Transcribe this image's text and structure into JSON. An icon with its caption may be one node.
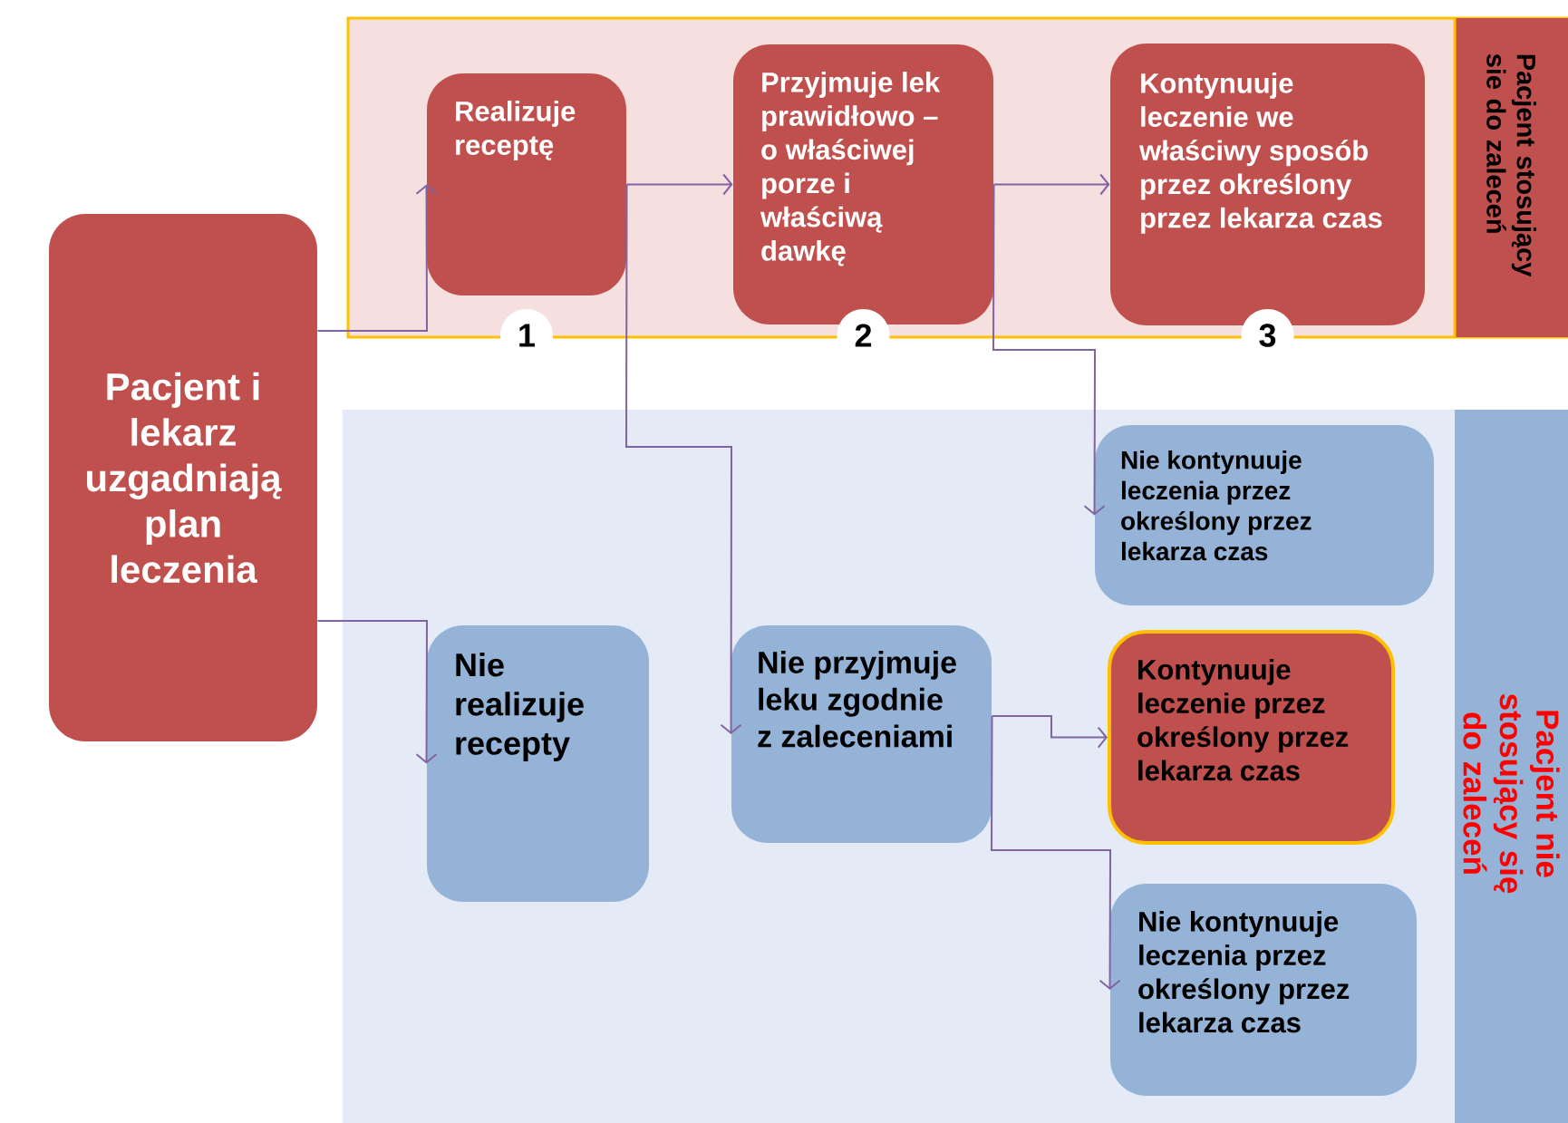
{
  "diagram": {
    "nodes": [
      {
        "text": [
          "Pacjent stosujący sie do zaleceń"
        ]
      },
      {
        "text": [
          "Pacjent nie stosujący się do zaleceń"
        ]
      },
      {
        "text": [
          "Pacjent i lekarz uzgadniają plan leczenia"
        ]
      },
      {
        "text": [
          "Realizuje receptę"
        ],
        "in": 0,
        "beside": [
          "1"
        ]
      },
      {
        "text": [
          "Przyjmuje lek prawidłowo – o właściwej porze i właściwą dawkę"
        ],
        "in": 0,
        "beside": [
          "2"
        ]
      },
      {
        "text": [
          "Kontynuuje leczenie we właściwy sposób przez określony przez lekarza czas"
        ],
        "in": 0,
        "beside": [
          "3"
        ]
      },
      {
        "text": [
          "Nie kontynuuje leczenia przez określony przez lekarza czas"
        ],
        "in": 1
      },
      {
        "text": [
          "Nie realizuje recepty"
        ],
        "in": 1
      },
      {
        "text": [
          "Nie przyjmuje leku zgodnie z zaleceniami"
        ],
        "in": 1
      },
      {
        "text": [
          "Kontynuuje leczenie przez określony przez lekarza czas"
        ],
        "in": 1
      },
      {
        "text": [
          "Nie kontynuuje leczenia przez określony przez lekarza czas"
        ],
        "in": 1
      }
    ],
    "edges": [
      {
        "from": 2,
        "to": 3,
        "arrow": "to"
      },
      {
        "from": 3,
        "to": 4,
        "arrow": "to"
      },
      {
        "from": 4,
        "to": 5,
        "arrow": "to"
      },
      {
        "from": 3,
        "to": 8,
        "arrow": "to"
      },
      {
        "from": 4,
        "to": 6,
        "arrow": "to"
      },
      {
        "from": 2,
        "to": 7,
        "arrow": "to"
      },
      {
        "from": 8,
        "to": 9,
        "arrow": "to"
      },
      {
        "from": 8,
        "to": 10,
        "arrow": "to"
      }
    ]
  }
}
